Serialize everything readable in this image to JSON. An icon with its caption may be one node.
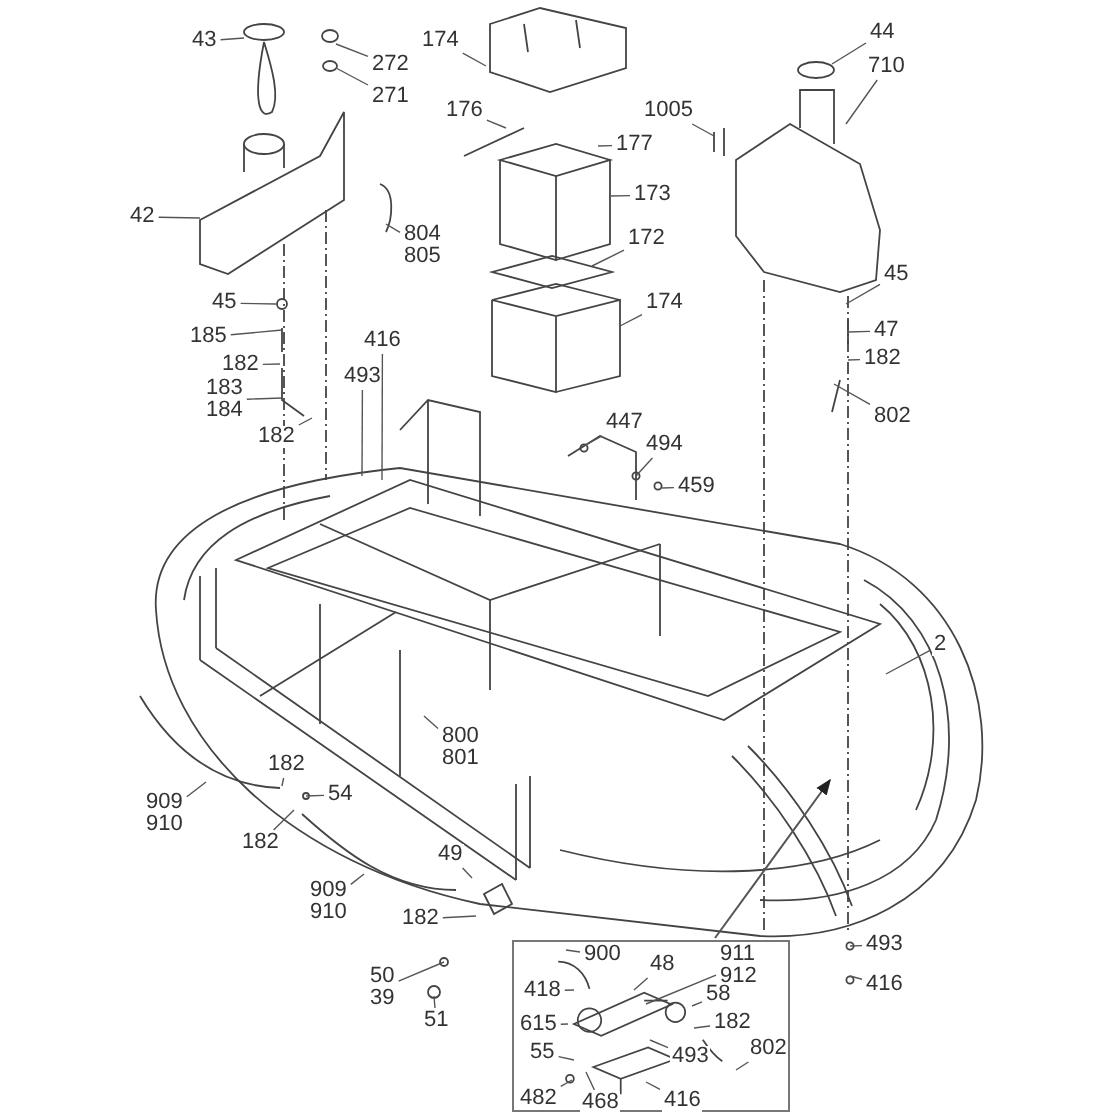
{
  "diagram": {
    "nodes": [
      {
        "text": [
          "43"
        ]
      },
      {
        "text": [
          "272"
        ]
      },
      {
        "text": [
          "271"
        ]
      },
      {
        "text": [
          "174"
        ]
      },
      {
        "text": [
          "176"
        ]
      },
      {
        "text": [
          "177"
        ]
      },
      {
        "text": [
          "173"
        ]
      },
      {
        "text": [
          "172"
        ]
      },
      {
        "text": [
          "174"
        ]
      },
      {
        "text": [
          "1005"
        ]
      },
      {
        "text": [
          "44"
        ]
      },
      {
        "text": [
          "710"
        ]
      },
      {
        "text": [
          "42"
        ]
      },
      {
        "text": [
          "804 805"
        ]
      },
      {
        "text": [
          "45"
        ]
      },
      {
        "text": [
          "185"
        ]
      },
      {
        "text": [
          "182"
        ]
      },
      {
        "text": [
          "183 184"
        ]
      },
      {
        "text": [
          "182"
        ]
      },
      {
        "text": [
          "416"
        ]
      },
      {
        "text": [
          "493"
        ]
      },
      {
        "text": [
          "45"
        ]
      },
      {
        "text": [
          "47"
        ]
      },
      {
        "text": [
          "182"
        ]
      },
      {
        "text": [
          "802"
        ]
      },
      {
        "text": [
          "447"
        ]
      },
      {
        "text": [
          "494"
        ]
      },
      {
        "text": [
          "459"
        ]
      },
      {
        "text": [
          "2"
        ]
      },
      {
        "text": [
          "800 801"
        ]
      },
      {
        "text": [
          "909 910"
        ]
      },
      {
        "text": [
          "182"
        ]
      },
      {
        "text": [
          "54"
        ]
      },
      {
        "text": [
          "182"
        ]
      },
      {
        "text": [
          "909 910"
        ]
      },
      {
        "text": [
          "49"
        ]
      },
      {
        "text": [
          "182"
        ]
      },
      {
        "text": [
          "50 39"
        ]
      },
      {
        "text": [
          "51"
        ]
      },
      {
        "text": [
          "493"
        ]
      },
      {
        "text": [
          "416"
        ]
      },
      {
        "text": [],
        "shape": "box"
      },
      {
        "text": [
          "900"
        ],
        "in": 41
      },
      {
        "text": [
          "48"
        ],
        "in": 41
      },
      {
        "text": [
          "911 912"
        ],
        "in": 41
      },
      {
        "text": [
          "418"
        ],
        "in": 41
      },
      {
        "text": [
          "58"
        ],
        "in": 41
      },
      {
        "text": [
          "615"
        ],
        "in": 41
      },
      {
        "text": [
          "182"
        ],
        "in": 41
      },
      {
        "text": [
          "55"
        ],
        "in": 41
      },
      {
        "text": [
          "493"
        ],
        "in": 41
      },
      {
        "text": [
          "802"
        ],
        "in": 41
      },
      {
        "text": [
          "482"
        ],
        "in": 41
      },
      {
        "text": [
          "468"
        ],
        "in": 41
      },
      {
        "text": [
          "416"
        ],
        "in": 41
      }
    ],
    "edges": [
      {
        "from": 0,
        "to": null,
        "arrow": "none"
      },
      {
        "from": 1,
        "to": null,
        "arrow": "none"
      },
      {
        "from": 2,
        "to": null,
        "arrow": "none"
      },
      {
        "from": 3,
        "to": null,
        "arrow": "none"
      },
      {
        "from": 4,
        "to": null,
        "arrow": "none"
      },
      {
        "from": 5,
        "to": null,
        "arrow": "none"
      },
      {
        "from": 6,
        "to": null,
        "arrow": "none"
      },
      {
        "from": 7,
        "to": null,
        "arrow": "none"
      },
      {
        "from": 8,
        "to": null,
        "arrow": "none"
      },
      {
        "from": 9,
        "to": null,
        "arrow": "none"
      },
      {
        "from": 10,
        "to": null,
        "arrow": "none"
      },
      {
        "from": 11,
        "to": null,
        "arrow": "none"
      },
      {
        "from": 12,
        "to": null,
        "arrow": "none"
      },
      {
        "from": 13,
        "to": null,
        "arrow": "none"
      },
      {
        "from": 14,
        "to": null,
        "arrow": "none"
      },
      {
        "from": 15,
        "to": null,
        "arrow": "none"
      },
      {
        "from": 16,
        "to": null,
        "arrow": "none"
      },
      {
        "from": 17,
        "to": null,
        "arrow": "none"
      },
      {
        "from": 18,
        "to": null,
        "arrow": "none"
      },
      {
        "from": 19,
        "to": null,
        "arrow": "none"
      },
      {
        "from": 20,
        "to": null,
        "arrow": "none"
      },
      {
        "from": 21,
        "to": null,
        "arrow": "none"
      },
      {
        "from": 22,
        "to": null,
        "arrow": "none"
      },
      {
        "from": 23,
        "to": null,
        "arrow": "none"
      },
      {
        "from": 24,
        "to": null,
        "arrow": "none"
      },
      {
        "from": 25,
        "to": null,
        "arrow": "none"
      },
      {
        "from": 26,
        "to": null,
        "arrow": "none"
      },
      {
        "from": 27,
        "to": null,
        "arrow": "none"
      },
      {
        "from": 28,
        "to": null,
        "arrow": "none"
      },
      {
        "from": 29,
        "to": null,
        "arrow": "none"
      },
      {
        "from": 30,
        "to": null,
        "arrow": "none"
      },
      {
        "from": 31,
        "to": null,
        "arrow": "none"
      },
      {
        "from": 32,
        "to": null,
        "arrow": "none"
      },
      {
        "from": 33,
        "to": null,
        "arrow": "none"
      },
      {
        "from": 34,
        "to": null,
        "arrow": "none"
      },
      {
        "from": 35,
        "to": null,
        "arrow": "none"
      },
      {
        "from": 36,
        "to": null,
        "arrow": "none"
      },
      {
        "from": 37,
        "to": null,
        "arrow": "none"
      },
      {
        "from": 38,
        "to": null,
        "arrow": "none"
      },
      {
        "from": 39,
        "to": null,
        "arrow": "none"
      },
      {
        "from": 40,
        "to": null,
        "arrow": "none"
      },
      {
        "from": 41,
        "to": null,
        "arrow": "to"
      },
      {
        "from": 42,
        "to": null,
        "arrow": "none"
      },
      {
        "from": 43,
        "to": null,
        "arrow": "none"
      },
      {
        "from": 44,
        "to": null,
        "arrow": "none"
      },
      {
        "from": 45,
        "to": null,
        "arrow": "none"
      },
      {
        "from": 46,
        "to": null,
        "arrow": "none"
      },
      {
        "from": 47,
        "to": null,
        "arrow": "none"
      },
      {
        "from": 48,
        "to": null,
        "arrow": "none"
      },
      {
        "from": 49,
        "to": null,
        "arrow": "none"
      },
      {
        "from": 50,
        "to": null,
        "arrow": "none"
      },
      {
        "from": 51,
        "to": null,
        "arrow": "none"
      },
      {
        "from": 52,
        "to": null,
        "arrow": "none"
      },
      {
        "from": 53,
        "to": null,
        "arrow": "none"
      },
      {
        "from": 54,
        "to": null,
        "arrow": "none"
      }
    ]
  }
}
